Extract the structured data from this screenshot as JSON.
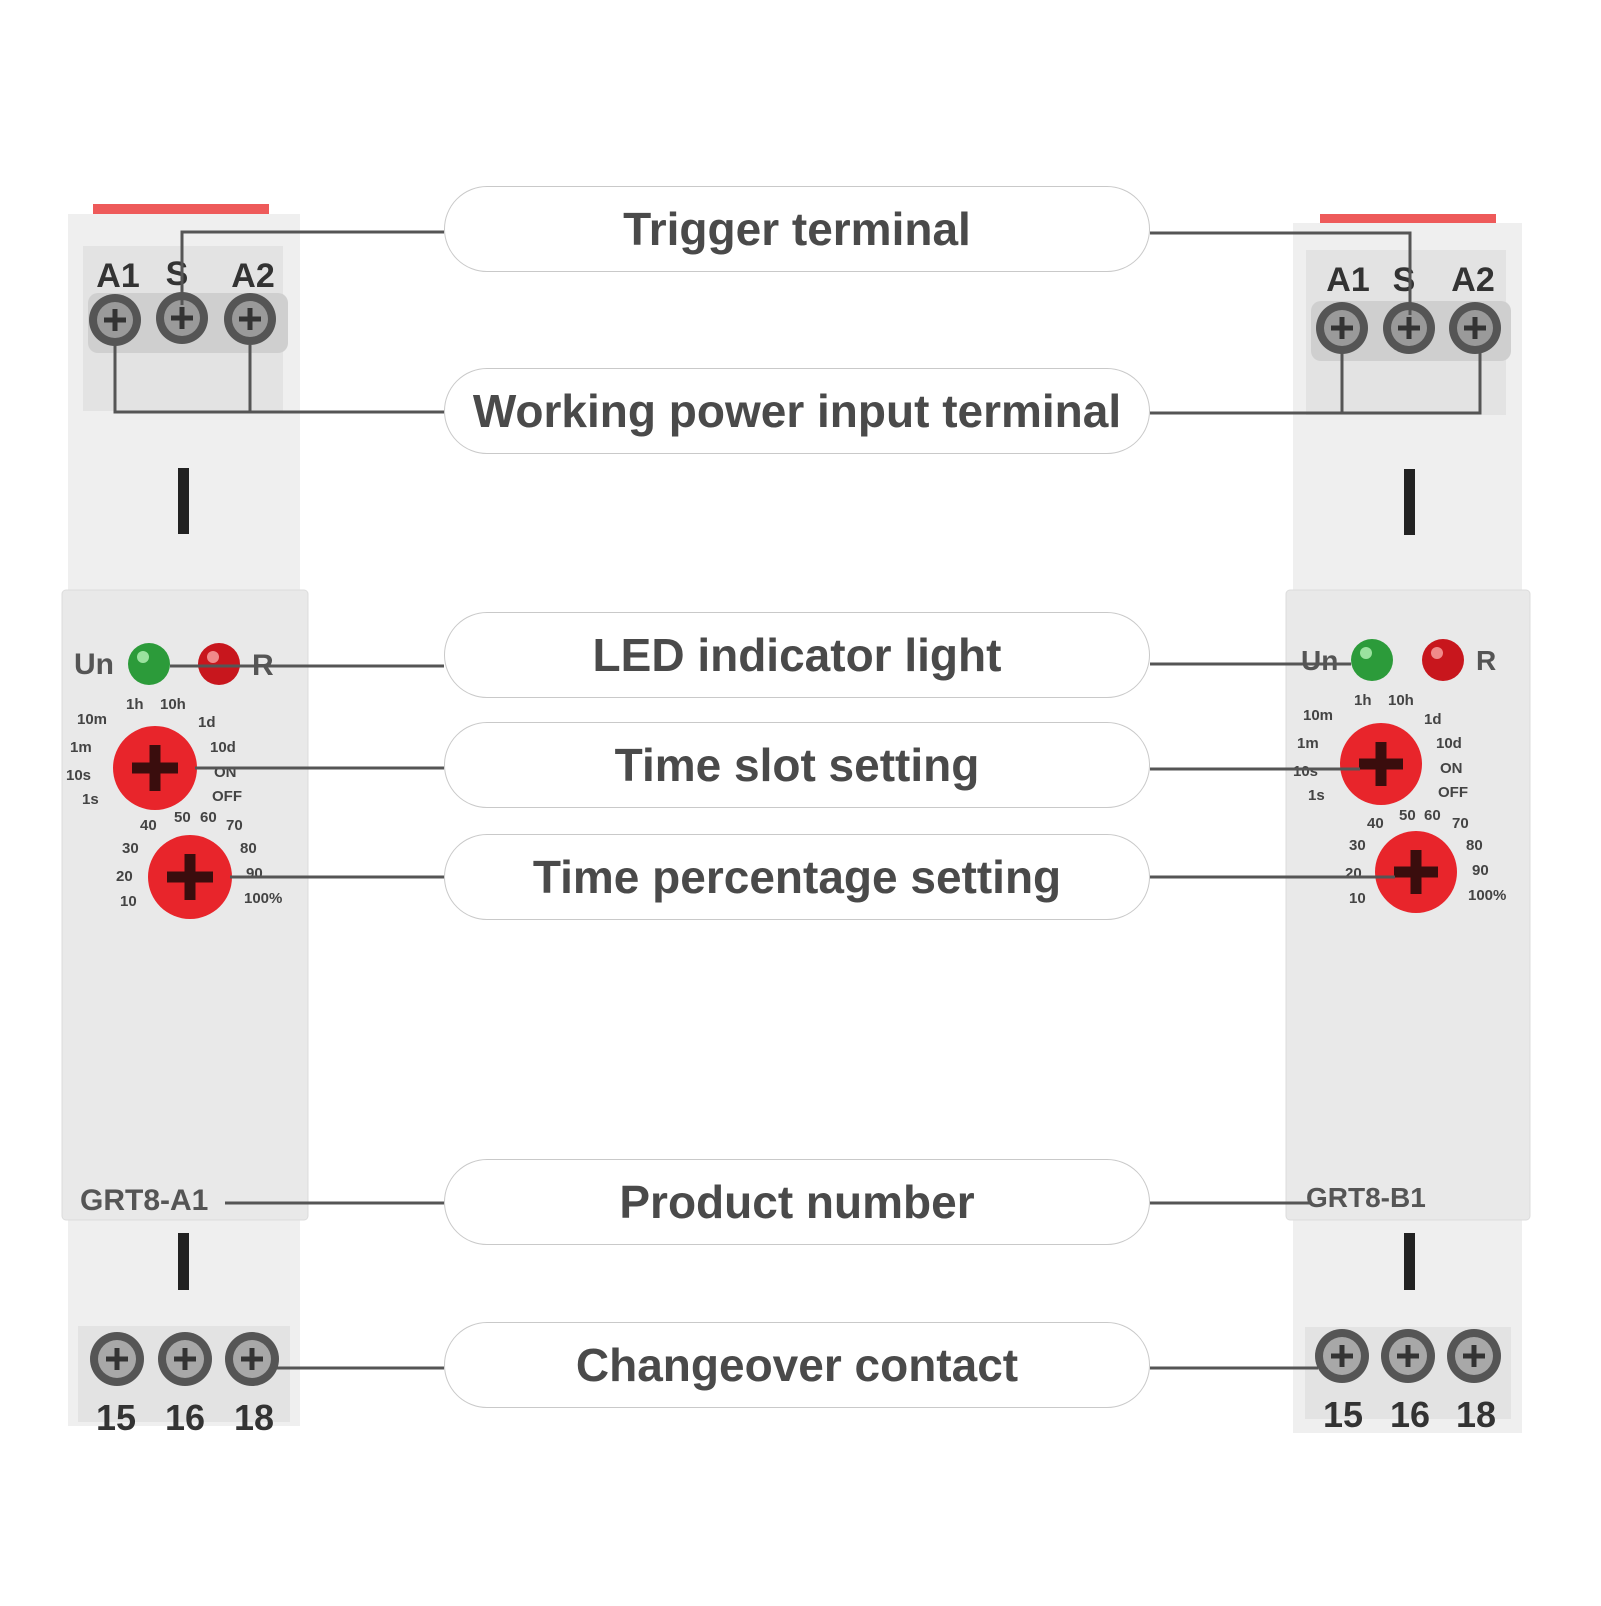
{
  "callouts": {
    "trigger": "Trigger terminal",
    "power": "Working power input terminal",
    "led": "LED indicator light",
    "slot": "Time slot setting",
    "percent": "Time percentage setting",
    "product": "Product number",
    "changeover": "Changeover contact"
  },
  "relays": [
    {
      "model": "GRT8-A1",
      "top_terminals": [
        "A1",
        "S",
        "A2"
      ],
      "led_labels": [
        "Un",
        "R"
      ],
      "time_ranges": [
        "1h",
        "10h",
        "10m",
        "1d",
        "1m",
        "10d",
        "10s",
        "ON",
        "1s",
        "OFF"
      ],
      "percent_marks": [
        "40",
        "50",
        "60",
        "70",
        "30",
        "80",
        "20",
        "90",
        "10",
        "100%"
      ],
      "bottom_terminals": [
        "15",
        "16",
        "18"
      ]
    },
    {
      "model": "GRT8-B1",
      "top_terminals": [
        "A1",
        "S",
        "A2"
      ],
      "led_labels": [
        "Un",
        "R"
      ],
      "time_ranges": [
        "1h",
        "10h",
        "10m",
        "1d",
        "1m",
        "10d",
        "10s",
        "ON",
        "1s",
        "OFF"
      ],
      "percent_marks": [
        "40",
        "50",
        "60",
        "70",
        "30",
        "80",
        "20",
        "90",
        "10",
        "100%"
      ],
      "bottom_terminals": [
        "15",
        "16",
        "18"
      ]
    }
  ],
  "colors": {
    "housing": "#efefef",
    "panel": "#e9e9e9",
    "knob": "#e8252b",
    "led_green": "#2c9b3a",
    "led_red": "#c8161d",
    "leader_line": "#555555",
    "text": "#4a4a4a"
  }
}
